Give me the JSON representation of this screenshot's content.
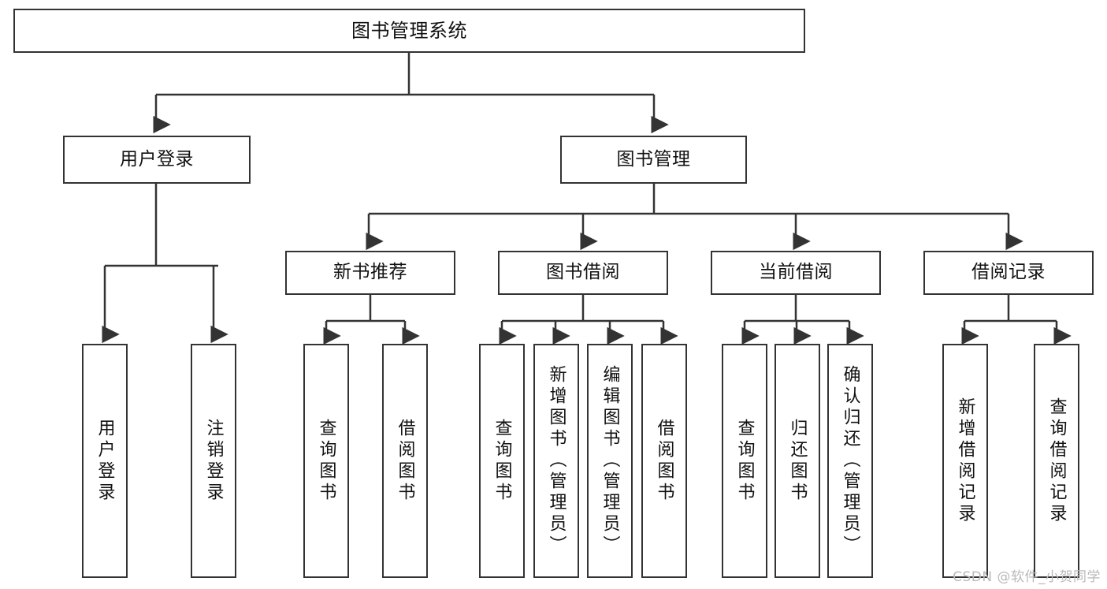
{
  "diagram": {
    "title": "图书管理系统",
    "type": "tree-hierarchy-chart",
    "watermark": "CSDN @软件_小贺同学",
    "line_color": "#333333",
    "box_fill": "#ffffff",
    "text_color": "#111111",
    "nodes": {
      "root": {
        "label": "图书管理系统"
      },
      "level1": [
        {
          "id": "user-login",
          "label": "用户登录"
        },
        {
          "id": "book-manage",
          "label": "图书管理"
        }
      ],
      "level2": [
        {
          "id": "new-book-recommend",
          "label": "新书推荐"
        },
        {
          "id": "book-borrow",
          "label": "图书借阅"
        },
        {
          "id": "current-borrow",
          "label": "当前借阅"
        },
        {
          "id": "borrow-record",
          "label": "借阅记录"
        }
      ],
      "leaves": {
        "user_login": [
          {
            "id": "leaf-user-login",
            "label": "用户登录"
          },
          {
            "id": "leaf-logout-login",
            "label": "注销登录"
          }
        ],
        "new_book_recommend": [
          {
            "id": "leaf-query-book-1",
            "label": "查询图书"
          },
          {
            "id": "leaf-borrow-book-1",
            "label": "借阅图书"
          }
        ],
        "book_borrow": [
          {
            "id": "leaf-query-book-2",
            "label": "查询图书"
          },
          {
            "id": "leaf-add-book",
            "label": "新增图书（管理员）"
          },
          {
            "id": "leaf-edit-book",
            "label": "编辑图书（管理员）"
          },
          {
            "id": "leaf-borrow-book-2",
            "label": "借阅图书"
          }
        ],
        "current_borrow": [
          {
            "id": "leaf-query-book-3",
            "label": "查询图书"
          },
          {
            "id": "leaf-return-book",
            "label": "归还图书"
          },
          {
            "id": "leaf-confirm-return",
            "label": "确认归还（管理员）"
          }
        ],
        "borrow_record": [
          {
            "id": "leaf-add-record",
            "label": "新增借阅记录"
          },
          {
            "id": "leaf-query-record",
            "label": "查询借阅记录"
          }
        ]
      }
    }
  }
}
